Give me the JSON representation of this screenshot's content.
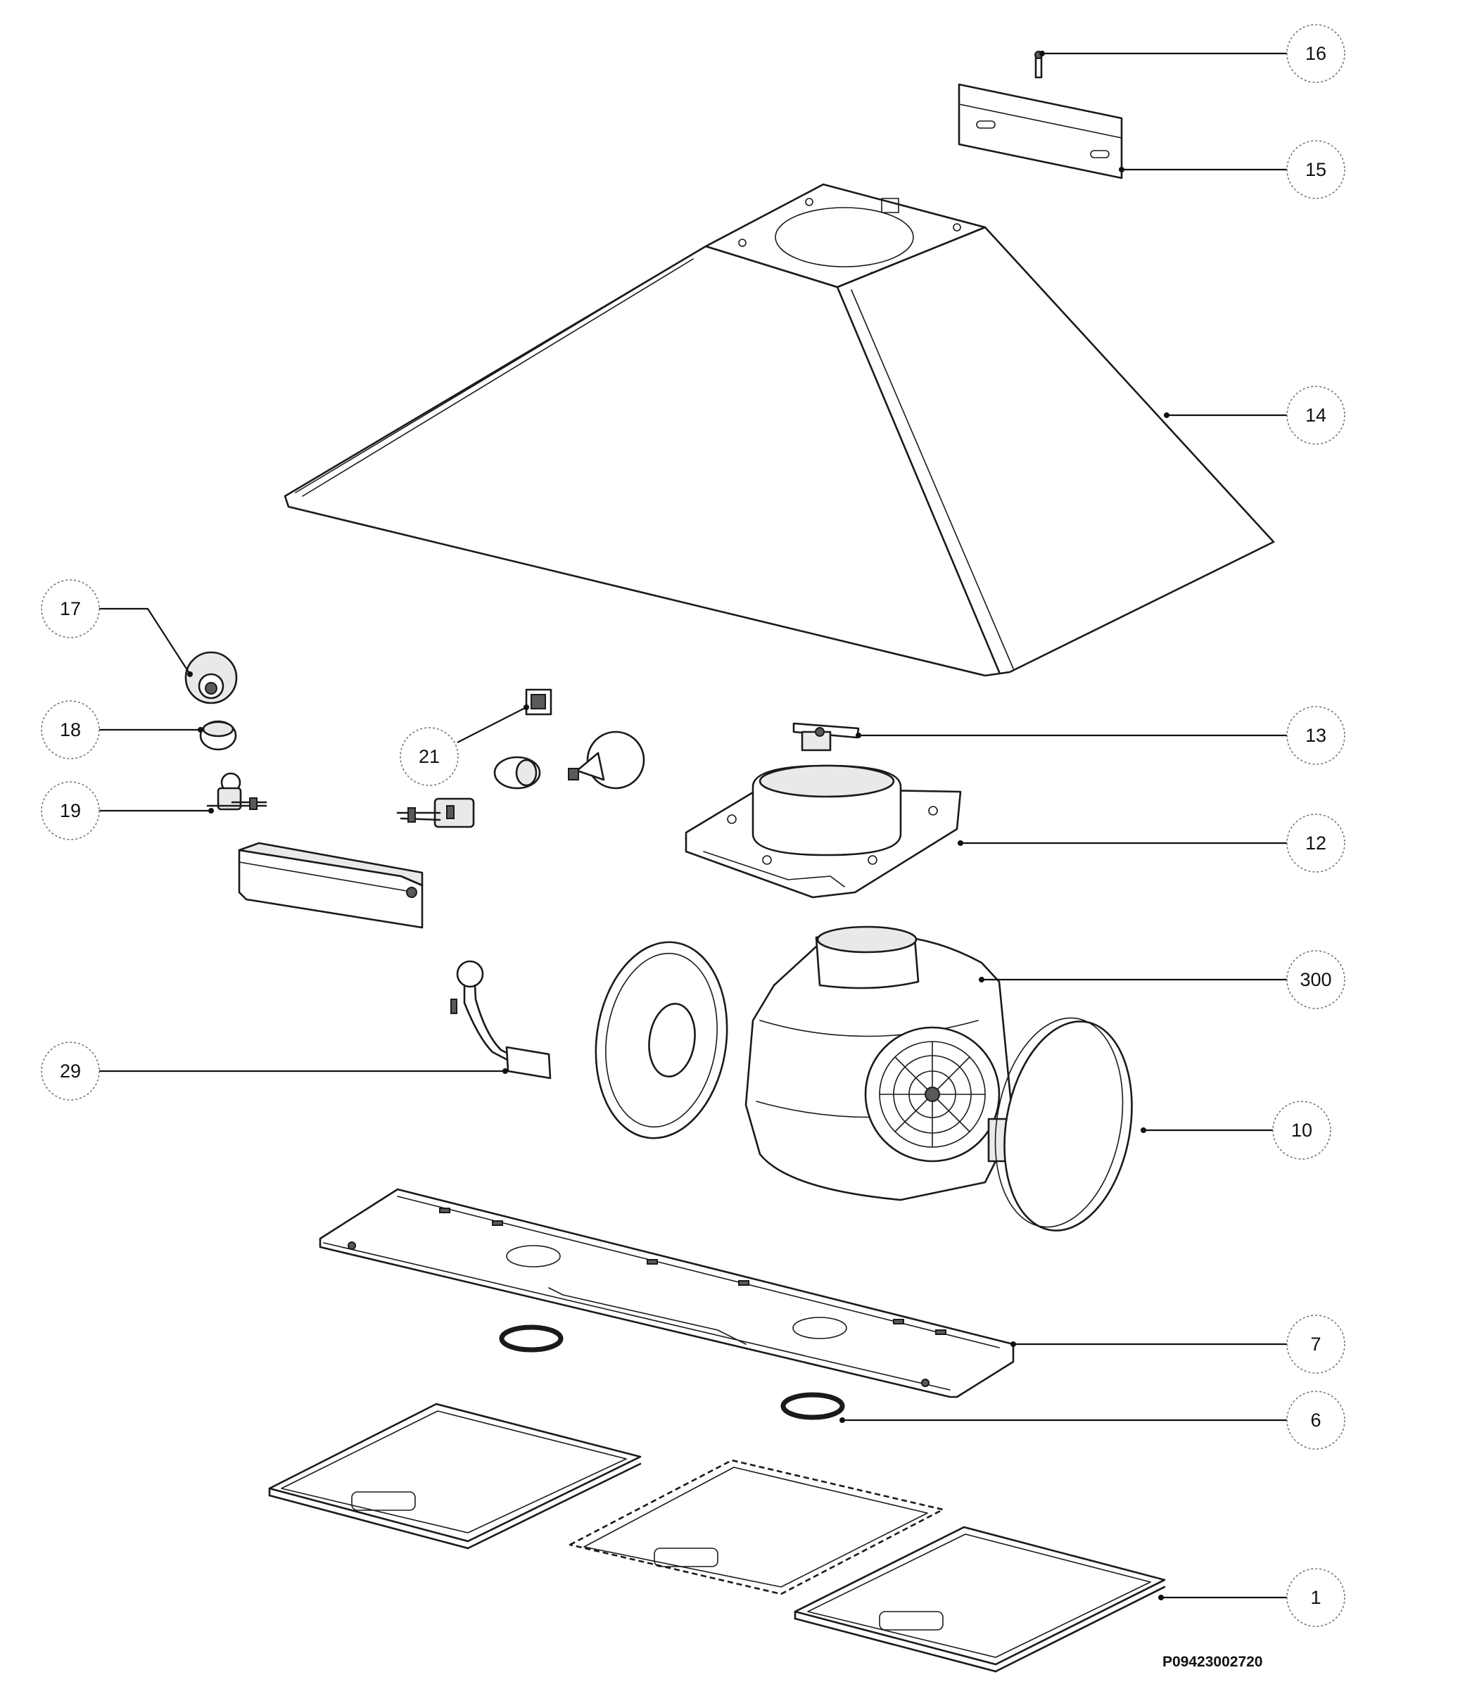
{
  "callouts": [
    {
      "id": "c16",
      "label": "16"
    },
    {
      "id": "c15",
      "label": "15"
    },
    {
      "id": "c14",
      "label": "14"
    },
    {
      "id": "c17",
      "label": "17"
    },
    {
      "id": "c18",
      "label": "18"
    },
    {
      "id": "c19",
      "label": "19"
    },
    {
      "id": "c21",
      "label": "21"
    },
    {
      "id": "c13",
      "label": "13"
    },
    {
      "id": "c12",
      "label": "12"
    },
    {
      "id": "c300",
      "label": "300"
    },
    {
      "id": "c29",
      "label": "29"
    },
    {
      "id": "c10",
      "label": "10"
    },
    {
      "id": "c7",
      "label": "7"
    },
    {
      "id": "c6",
      "label": "6"
    },
    {
      "id": "c1",
      "label": "1"
    }
  ],
  "drawing_code": "P09423002720"
}
